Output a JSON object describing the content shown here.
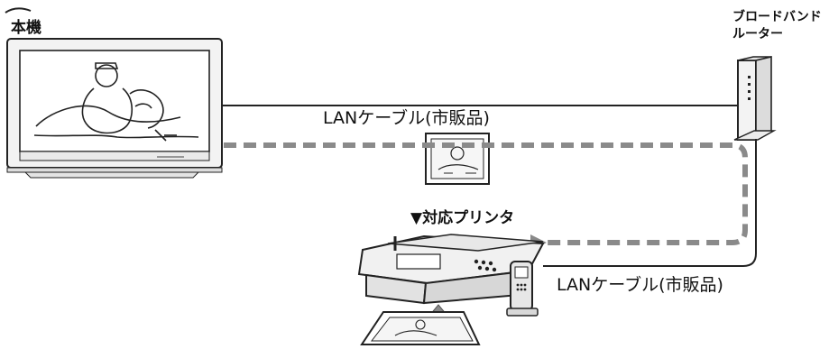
{
  "labels": {
    "tv": "本機",
    "router_line1": "ブロードバンド",
    "router_line2": "ルーター",
    "cable_top": "LANケーブル(市販品)",
    "printer": "▼対応プリンタ",
    "cable_bottom": "LANケーブル(市販品)"
  },
  "colors": {
    "line": "#222222",
    "dotted": "#8a8a8a",
    "device_fill": "#f2f2f2",
    "screen_fill": "#ffffff",
    "ground": "#d6d6d6"
  },
  "icons": {
    "tv": "television-icon",
    "router": "router-icon",
    "printer": "printer-icon",
    "photo": "photo-thumbnail-icon",
    "print_output": "printed-photo-icon"
  }
}
